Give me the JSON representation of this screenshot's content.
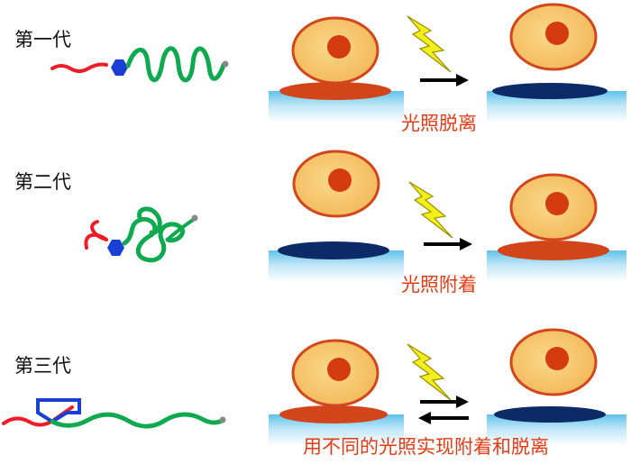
{
  "rows": [
    {
      "label": "第一代",
      "caption": "光照脱离"
    },
    {
      "label": "第二代",
      "caption": "光照附着"
    },
    {
      "label": "第三代",
      "caption": "用不同的光照实现附着和脱离"
    }
  ],
  "icons": {
    "light": "lightning-bolt-icon",
    "forward": "arrow-right-icon",
    "reversible": "double-arrow-icon"
  },
  "colors": {
    "cell_fill": "#f6c667",
    "cell_outline": "#d2461c",
    "nucleus": "#d53b10",
    "attached_layer": "#d2451b",
    "detached_layer": "#0b2a66",
    "substrate": "#7dcef0",
    "bolt": "#f3ef1b",
    "chain_red": "#ee1c25",
    "chain_green": "#0fa94f",
    "linker_blue": "#1a3fd4",
    "caption": "#e53b15"
  }
}
